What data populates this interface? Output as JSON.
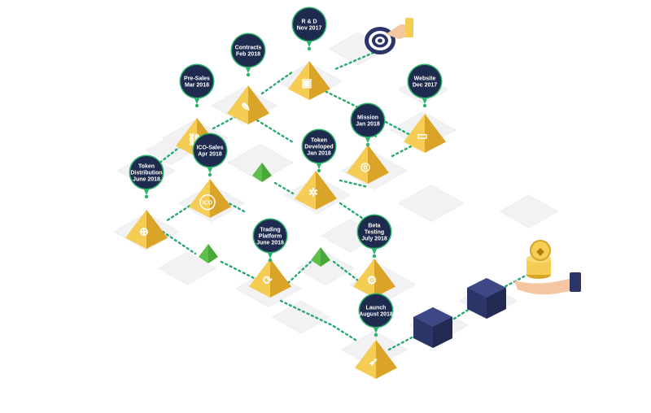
{
  "milestones": [
    {
      "id": "rd",
      "line1": "R & D",
      "line2": "Nov 2017",
      "line3": "",
      "icon": "research-box-icon"
    },
    {
      "id": "contracts",
      "line1": "Contracts",
      "line2": "Feb 2018",
      "line3": "",
      "icon": "document-icon"
    },
    {
      "id": "presales",
      "line1": "Pre-Sales",
      "line2": "Mar 2018",
      "line3": "",
      "icon": "handshake-icon"
    },
    {
      "id": "website",
      "line1": "Website",
      "line2": "Dec 2017",
      "line3": "",
      "icon": "browser-icon"
    },
    {
      "id": "mission",
      "line1": "Mission",
      "line2": "Jan 2018",
      "line3": "",
      "icon": "target-icon"
    },
    {
      "id": "tokendev",
      "line1": "Token",
      "line2": "Developed",
      "line3": "Jan 2018",
      "icon": "network-icon"
    },
    {
      "id": "icosales",
      "line1": "ICO-Sales",
      "line2": "Apr 2018",
      "line3": "",
      "icon": "ico-coin-icon"
    },
    {
      "id": "tokendist",
      "line1": "Token",
      "line2": "Distribution",
      "line3": "June 2018",
      "icon": "coin-hand-icon"
    },
    {
      "id": "trading",
      "line1": "Trading",
      "line2": "Platform",
      "line3": "June 2018",
      "icon": "exchange-icon"
    },
    {
      "id": "beta",
      "line1": "Beta",
      "line2": "Testing",
      "line3": "July 2018",
      "icon": "gear-icon"
    },
    {
      "id": "launch",
      "line1": "Launch",
      "line2": "August 2018",
      "line3": "",
      "icon": "rocket-icon"
    }
  ],
  "colors": {
    "pin": "#1f2b4e",
    "pin_stem": "#2bb36a",
    "pyramid_light": "#f5cd55",
    "pyramid_dark": "#d9a427",
    "connector": "#26a96c",
    "green_pyramid": "#5ec04a",
    "cube": "#2c3568",
    "tile": "#f1f1f3"
  },
  "decor_icons": [
    "target-hand-icon",
    "coins-hand-icon",
    "green-pyramid-icon",
    "blockchain-cube-icon"
  ]
}
